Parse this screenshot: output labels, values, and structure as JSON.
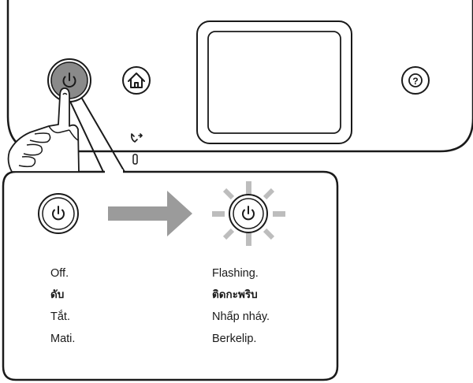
{
  "panel": {
    "power_button": {
      "icon": "power-icon",
      "fill": "#8a8a8a"
    },
    "home_button": {
      "icon": "home-icon"
    },
    "help_button": {
      "icon": "help-icon",
      "symbol": "?"
    },
    "fax_indicator": {
      "icon": "fax-icon"
    },
    "screen": {
      "icon": "lcd-screen"
    }
  },
  "states": {
    "off": {
      "icon": "power-icon",
      "labels": [
        "Off.",
        "ดับ",
        "Tắt.",
        "Mati."
      ]
    },
    "flashing": {
      "icon": "power-icon",
      "ray_color": "#bdbdbd",
      "labels": [
        "Flashing.",
        "ติดกะพริบ",
        "Nhấp nháy.",
        "Berkelip."
      ]
    }
  },
  "arrow": {
    "icon": "arrow-right-icon",
    "color": "#9b9b9b"
  }
}
